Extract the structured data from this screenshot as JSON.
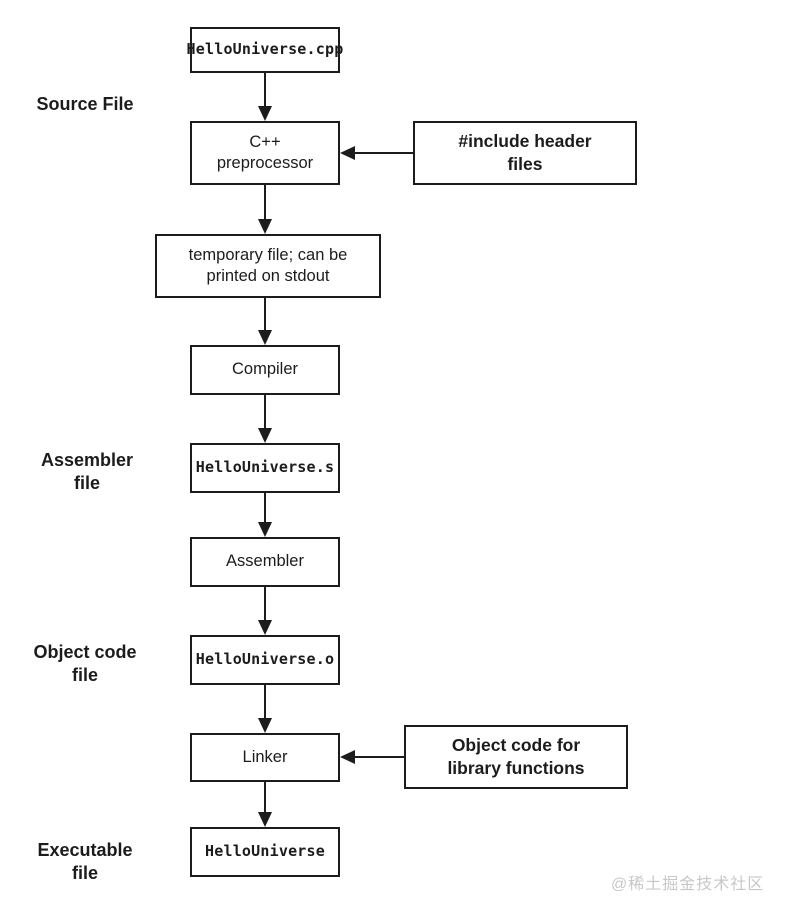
{
  "diagram": {
    "nodes": {
      "source_file": "HelloUniverse.cpp",
      "preprocessor": "C++\npreprocessor",
      "include_headers": "#include header\nfiles",
      "temp_file": "temporary file; can be\nprinted on stdout",
      "compiler": "Compiler",
      "assembly_file": "HelloUniverse.s",
      "assembler": "Assembler",
      "object_file": "HelloUniverse.o",
      "linker": "Linker",
      "library_objects": "Object code for\nlibrary functions",
      "executable": "HelloUniverse"
    },
    "side_labels": {
      "source": "Source File",
      "assembler": "Assembler\nfile",
      "object": "Object code\nfile",
      "executable": "Executable\nfile"
    },
    "watermark": "@稀土掘金技术社区",
    "colors": {
      "line": "#1c1c1c",
      "background": "#ffffff",
      "watermark": "#c8c8c8"
    }
  }
}
